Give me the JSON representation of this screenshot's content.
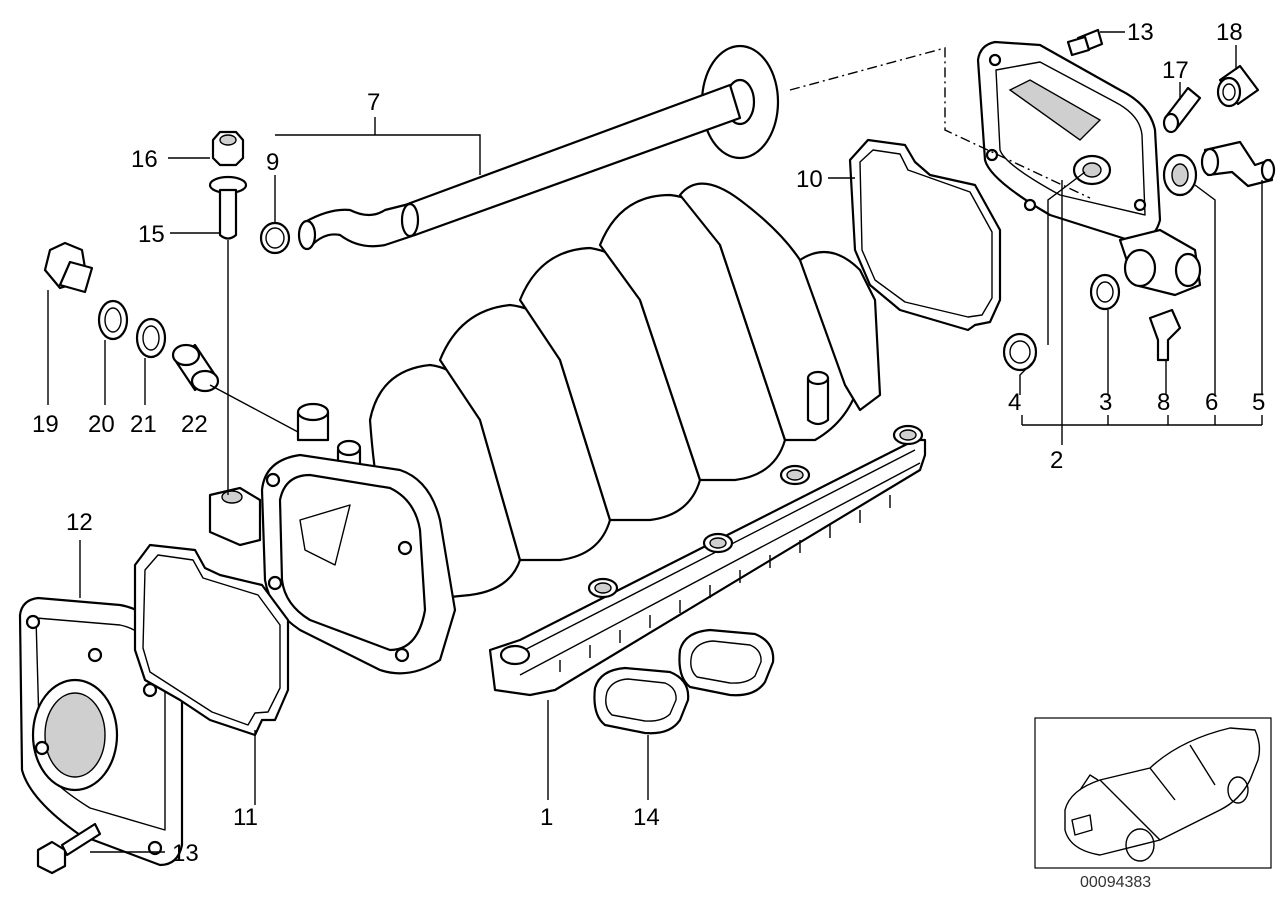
{
  "diagram": {
    "labels": {
      "l1": "1",
      "l2": "2",
      "l3": "3",
      "l4": "4",
      "l5": "5",
      "l6": "6",
      "l7": "7",
      "l8": "8",
      "l9": "9",
      "l10": "10",
      "l11": "11",
      "l12": "12",
      "l13a": "13",
      "l13b": "13",
      "l14": "14",
      "l15": "15",
      "l16": "16",
      "l17": "17",
      "l18": "18",
      "l19": "19",
      "l20": "20",
      "l21": "21",
      "l22": "22"
    },
    "image_code": "00094383"
  }
}
